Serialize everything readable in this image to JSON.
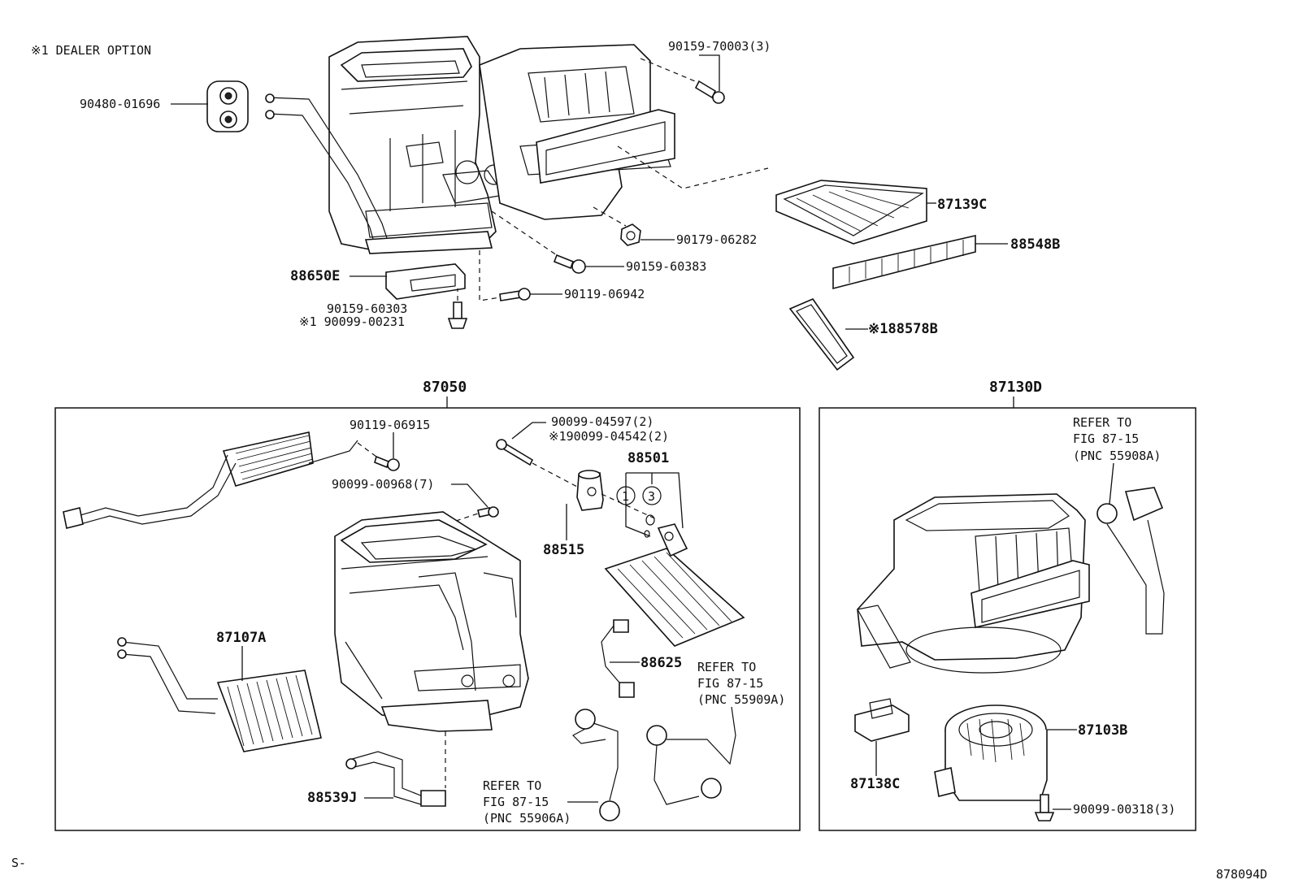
{
  "notes": {
    "dealer_option": "※1 DEALER OPTION",
    "sheet_prefix": "S-",
    "figure_id": "878094D"
  },
  "top_section": {
    "labels": {
      "p90480_01696": "90480-01696",
      "p90159_70003": "90159-70003(3)",
      "p87139C": "87139C",
      "p88548B": "88548B",
      "p90179_06282": "90179-06282",
      "p90159_60383": "90159-60383",
      "p88650E": "88650E",
      "p90119_06942": "90119-06942",
      "p90159_60303": "90159-60303",
      "p90099_00231": "※1 90099-00231",
      "p88578B": "※188578B"
    }
  },
  "heater_unit_box": {
    "title": "87050",
    "labels": {
      "p90119_06915": "90119-06915",
      "p90099_00968": "90099-00968(7)",
      "p90099_04597": "90099-04597(2)",
      "p90099_04542": "※190099-04542(2)",
      "p88501": "88501",
      "circle_1": "1",
      "circle_3": "3",
      "p88515": "88515",
      "p87107A": "87107A",
      "p88625": "88625",
      "p88539J": "88539J"
    },
    "refers": [
      {
        "line1": "REFER TO",
        "line2": "FIG 87-15",
        "line3": "(PNC 55909A)"
      },
      {
        "line1": "REFER TO",
        "line2": "FIG 87-15",
        "line3": "(PNC 55906A)"
      }
    ]
  },
  "blower_box": {
    "title": "87130D",
    "labels": {
      "p87103B": "87103B",
      "p87138C": "87138C",
      "p90099_00318": "90099-00318(3)"
    },
    "refer": {
      "line1": "REFER TO",
      "line2": "FIG 87-15",
      "line3": "(PNC 55908A)"
    }
  }
}
